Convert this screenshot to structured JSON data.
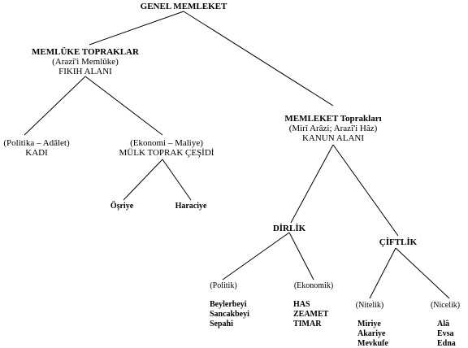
{
  "tree": {
    "root": {
      "title": "GENEL MEMLEKET"
    },
    "memluke": {
      "title": "MEMLÜKE TOPRAKLAR",
      "subtitle": "(Arazî'i Memlûke)",
      "area": "FIKIH ALANI"
    },
    "memleket": {
      "title": "MEMLEKET Toprakları",
      "subtitle": "(Mirî Arâzi; Arazî'i Hâz)",
      "area": "KANUN ALANI"
    },
    "politika": {
      "subtitle": "(Politika – Adâlet)",
      "label": "KADI"
    },
    "ekonomi": {
      "subtitle": "(Ekonomi – Maliye)",
      "label": "MÜLK TOPRAK ÇEŞİDİ"
    },
    "osriye": {
      "label": "Öşriye"
    },
    "haraciye": {
      "label": "Haraciye"
    },
    "dirlik": {
      "title": "DİRLİK",
      "politik": {
        "subtitle": "(Politik)",
        "items": [
          "Beylerbeyi",
          "Sancakbeyi",
          "Sepahi"
        ]
      },
      "ekonomik": {
        "subtitle": "(Ekonomik)",
        "items": [
          "HAS",
          "ZEAMET",
          "TIMAR"
        ]
      }
    },
    "ciftlik": {
      "title": "ÇİFTLİK",
      "nitelik": {
        "subtitle": "(Nitelik)",
        "items": [
          "Miriye",
          "Akariye",
          "Mevkufe"
        ]
      },
      "nicelik": {
        "subtitle": "(Nicelik)",
        "items": [
          "Alâ",
          "Evsa",
          "Edna"
        ]
      }
    }
  }
}
